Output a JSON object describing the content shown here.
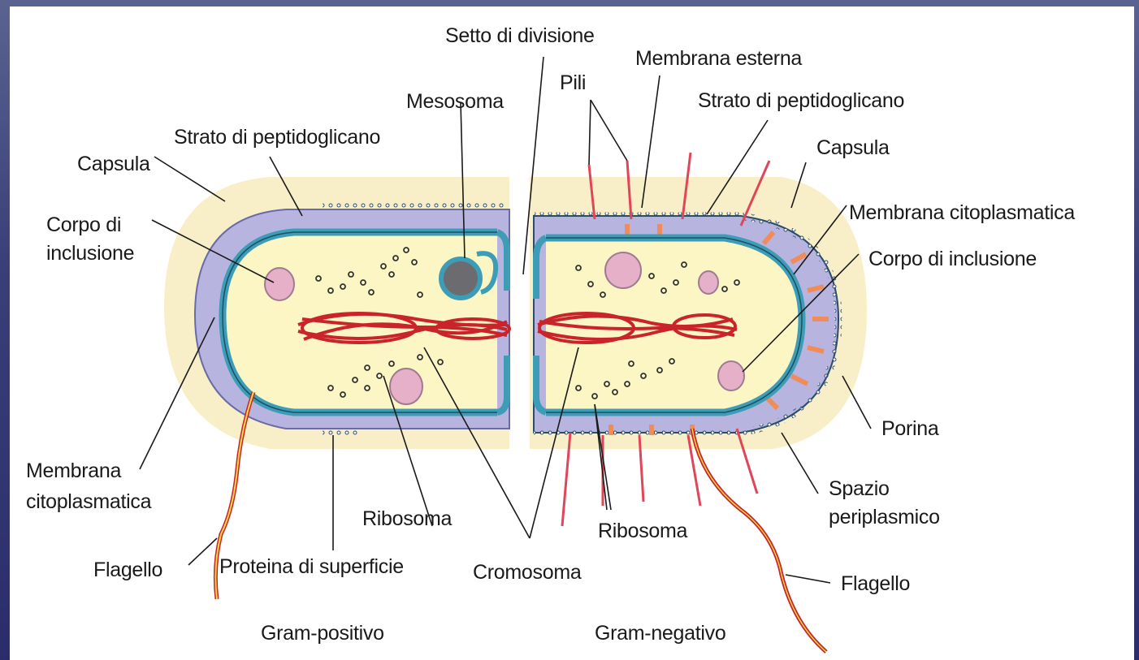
{
  "labels": {
    "setto_divisione": "Setto di divisione",
    "membrana_esterna": "Membrana esterna",
    "pili": "Pili",
    "mesosoma": "Mesosoma",
    "strato_pept_right": "Strato di peptidoglicano",
    "strato_pept_left": "Strato di peptidoglicano",
    "capsula_left": "Capsula",
    "capsula_right": "Capsula",
    "membrana_cito_right": "Membrana citoplasmatica",
    "corpo_incl_left_1": "Corpo di",
    "corpo_incl_left_2": "inclusione",
    "corpo_incl_right": "Corpo di inclusione",
    "porina": "Porina",
    "membrana_cito_left_1": "Membrana",
    "membrana_cito_left_2": "citoplasmatica",
    "spazio_1": "Spazio",
    "spazio_2": "periplasmico",
    "ribosoma_left": "Ribosoma",
    "ribosoma_right": "Ribosoma",
    "flagello_left": "Flagello",
    "flagello_right": "Flagello",
    "proteina_superficie": "Proteina di superficie",
    "cromosoma": "Cromosoma",
    "gram_positivo": "Gram-positivo",
    "gram_negativo": "Gram-negativo"
  },
  "colors": {
    "capsule": "#f8efc8",
    "peptidoglycan": "#b7b5e0",
    "membrane": "#3e9db6",
    "cytoplasm": "#fcf6c4",
    "chromosome": "#c9242a",
    "inclusion": "#e6b0c8",
    "pili": "#e0465a",
    "porin": "#ef8c5a"
  }
}
